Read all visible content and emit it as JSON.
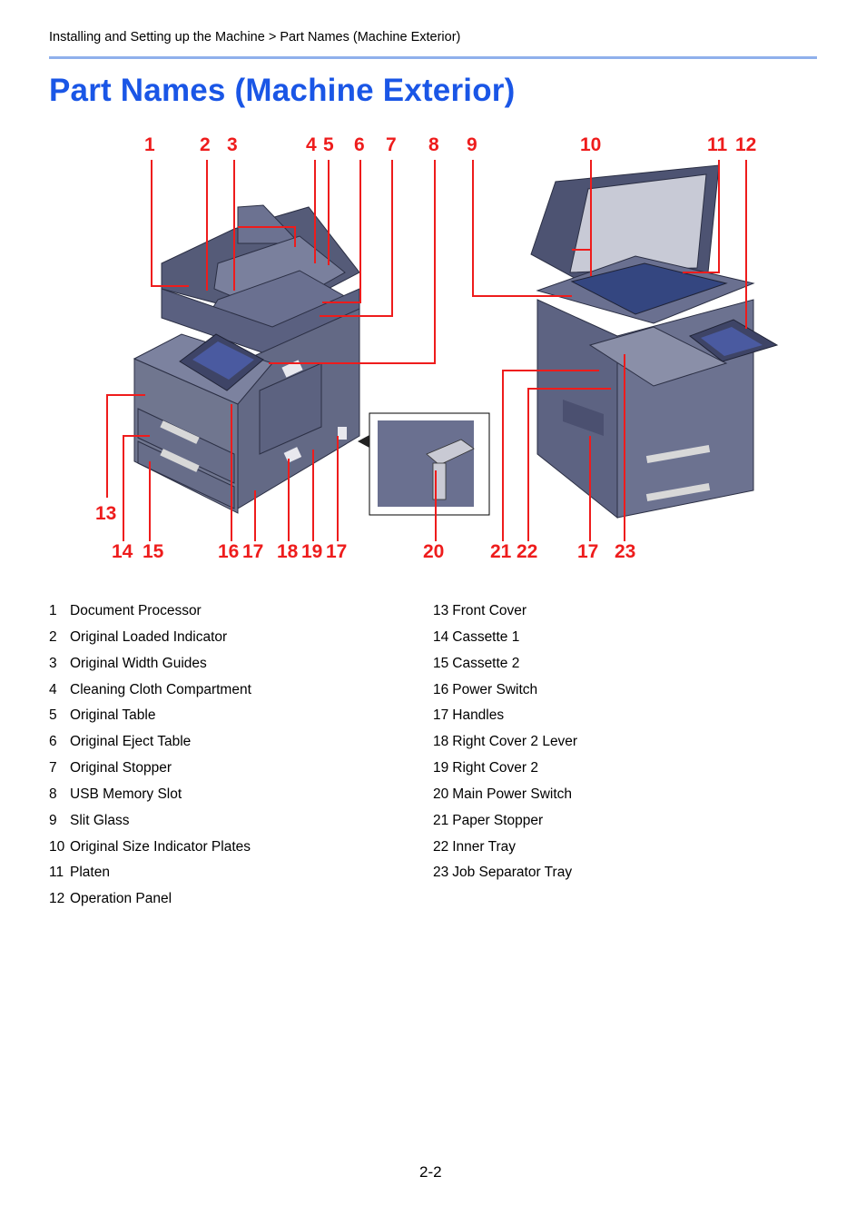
{
  "header": {
    "breadcrumb": "Installing and Setting up the Machine > Part Names (Machine Exterior)"
  },
  "title": "Part Names (Machine Exterior)",
  "figure": {
    "callouts_top": [
      "1",
      "2",
      "3",
      "4",
      "5",
      "6",
      "7",
      "8",
      "9",
      "10",
      "11",
      "12"
    ],
    "callouts_bottom": [
      "13",
      "14",
      "15",
      "16",
      "17",
      "18",
      "19",
      "17",
      "20",
      "21",
      "22",
      "17",
      "23"
    ],
    "colors": {
      "callout": "#ee1c1c",
      "machine_body": "#646a86",
      "glass": "#3a4a7e",
      "accent": "#1a56e6"
    }
  },
  "legend_left": [
    {
      "num": "1",
      "label": "Document Processor"
    },
    {
      "num": "2",
      "label": "Original Loaded Indicator"
    },
    {
      "num": "3",
      "label": "Original Width Guides"
    },
    {
      "num": "4",
      "label": "Cleaning Cloth Compartment"
    },
    {
      "num": "5",
      "label": "Original Table"
    },
    {
      "num": "6",
      "label": "Original Eject Table"
    },
    {
      "num": "7",
      "label": "Original Stopper"
    },
    {
      "num": "8",
      "label": "USB Memory Slot"
    },
    {
      "num": "9",
      "label": "Slit Glass"
    },
    {
      "num": "10",
      "label": "Original Size Indicator Plates"
    },
    {
      "num": "11",
      "label": "Platen"
    },
    {
      "num": "12",
      "label": "Operation Panel"
    }
  ],
  "legend_right": [
    {
      "num": "13",
      "label": "Front Cover"
    },
    {
      "num": "14",
      "label": "Cassette 1"
    },
    {
      "num": "15",
      "label": "Cassette 2"
    },
    {
      "num": "16",
      "label": "Power Switch"
    },
    {
      "num": "17",
      "label": "Handles"
    },
    {
      "num": "18",
      "label": "Right Cover 2 Lever"
    },
    {
      "num": "19",
      "label": "Right Cover 2"
    },
    {
      "num": "20",
      "label": "Main Power Switch"
    },
    {
      "num": "21",
      "label": "Paper Stopper"
    },
    {
      "num": "22",
      "label": "Inner Tray"
    },
    {
      "num": "23",
      "label": "Job Separator Tray"
    }
  ],
  "footer": {
    "page_number": "2-2"
  }
}
